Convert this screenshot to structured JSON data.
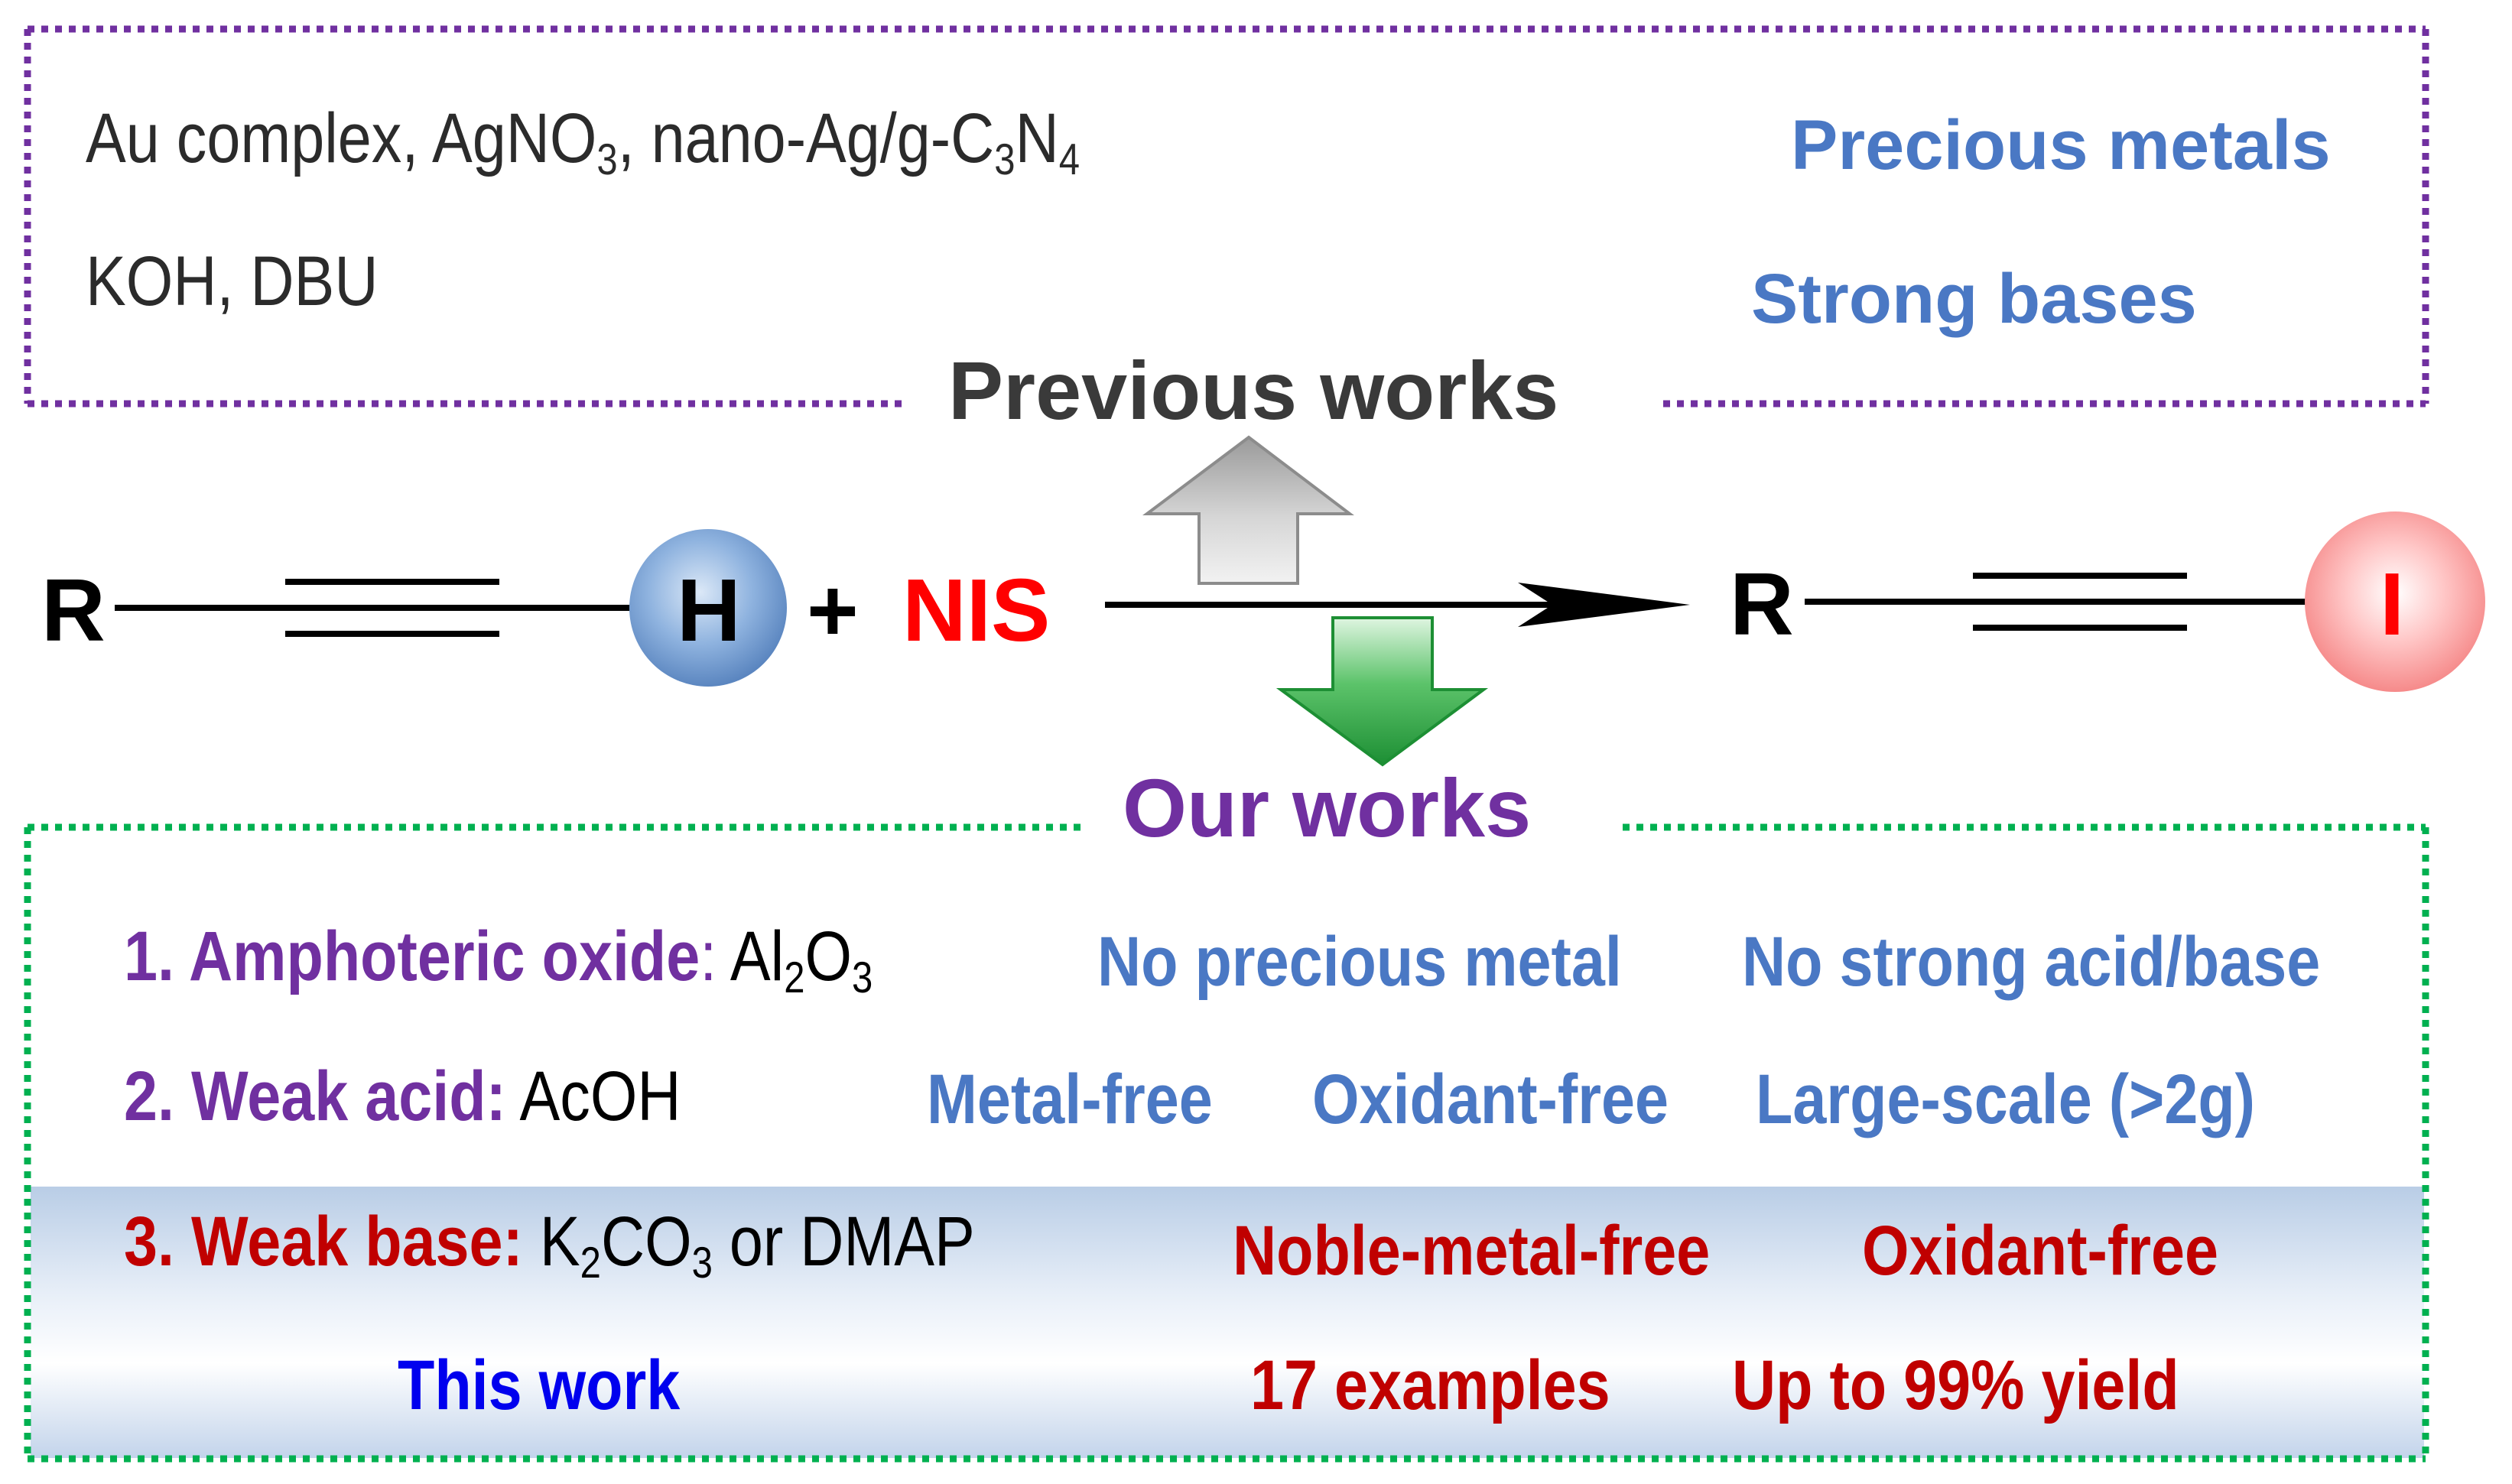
{
  "previous": {
    "heading": "Previous works",
    "reagents_line1": {
      "a": "Au complex, AgNO",
      "a_sub": "3",
      "b": ", nano-Ag/g-C",
      "b_sub1": "3",
      "c": "N",
      "c_sub": "4"
    },
    "reagents_line2": "KOH, DBU",
    "claims": [
      "Precious metals",
      "Strong bases"
    ]
  },
  "reaction": {
    "reactant_r": "R",
    "reactant_h": "H",
    "plus": "+",
    "reagent": "NIS",
    "product_r": "R",
    "product_i": "I"
  },
  "ours": {
    "heading": "Our works",
    "item1": {
      "label": "1. Amphoteric oxide",
      "sep": ":",
      "value_a": " Al",
      "value_sub1": "2",
      "value_b": "O",
      "value_sub2": "3"
    },
    "item2": {
      "label": "2. Weak acid:",
      "value": " AcOH"
    },
    "item3": {
      "label": "3. Weak base:",
      "value_a": " K",
      "value_sub1": "2",
      "value_b": "CO",
      "value_sub2": "3",
      "value_c": " or DMAP"
    },
    "row1_claims": [
      "No precious metal",
      "No strong acid/base"
    ],
    "row2_claims": [
      "Metal-free",
      "Oxidant-free",
      "Large-scale (>2g)"
    ],
    "row3_claims": [
      "Noble-metal-free",
      "Oxidant-free"
    ],
    "this_work": "This work",
    "row4_claims": [
      "17 examples",
      "Up to 99% yield"
    ]
  },
  "colors": {
    "purple_border": "#7030a0",
    "green_border": "#00b050",
    "claim_blue": "#4a78c4",
    "accent_red": "#ff0000",
    "dark_red": "#c00000",
    "pure_blue": "#0000ee"
  },
  "icons": [
    "gray-up-arrow-icon",
    "green-down-arrow-icon",
    "h-sphere-icon",
    "i-sphere-icon",
    "reaction-arrow-icon"
  ]
}
